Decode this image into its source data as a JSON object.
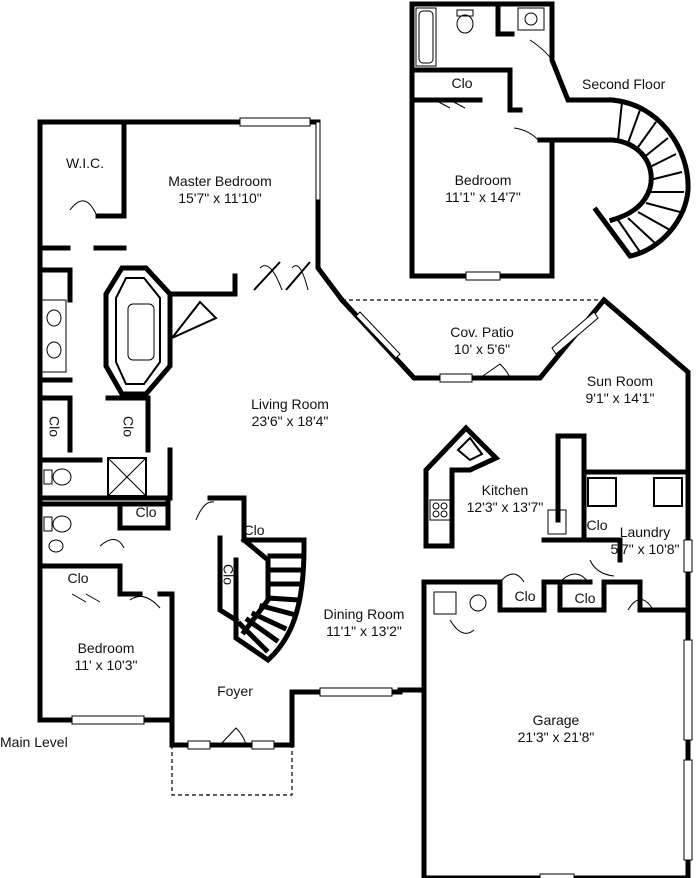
{
  "levels": {
    "main": "Main Level",
    "second": "Second Floor"
  },
  "rooms": {
    "wic": {
      "name": "W.I.C."
    },
    "master_bedroom": {
      "name": "Master Bedroom",
      "dims": "15'7\" x 11'10\""
    },
    "living_room": {
      "name": "Living Room",
      "dims": "23'6\" x 18'4\""
    },
    "cov_patio": {
      "name": "Cov. Patio",
      "dims": "10' x 5'6\""
    },
    "sun_room": {
      "name": "Sun Room",
      "dims": "9'1\" x 14'1\""
    },
    "kitchen": {
      "name": "Kitchen",
      "dims": "12'3\" x 13'7\""
    },
    "laundry": {
      "name": "Laundry",
      "dims": "5'7\" x 10'8\""
    },
    "dining_room": {
      "name": "Dining Room",
      "dims": "11'1\" x 13'2\""
    },
    "bedroom_main": {
      "name": "Bedroom",
      "dims": "11' x 10'3\""
    },
    "foyer": {
      "name": "Foyer"
    },
    "garage": {
      "name": "Garage",
      "dims": "21'3\" x 21'8\""
    },
    "bedroom_upper": {
      "name": "Bedroom",
      "dims": "11'1\" x 14'7\""
    }
  },
  "closets": {
    "clo_upper": "Clo",
    "clo_bath_left": "Clo",
    "clo_bath_right": "Clo",
    "clo_hall": "Clo",
    "clo_bedroom": "Clo",
    "clo_stair_top": "Clo",
    "clo_stair_side": "Clo",
    "clo_laundry": "Clo",
    "clo_garage_1": "Clo",
    "clo_garage_2": "Clo"
  }
}
